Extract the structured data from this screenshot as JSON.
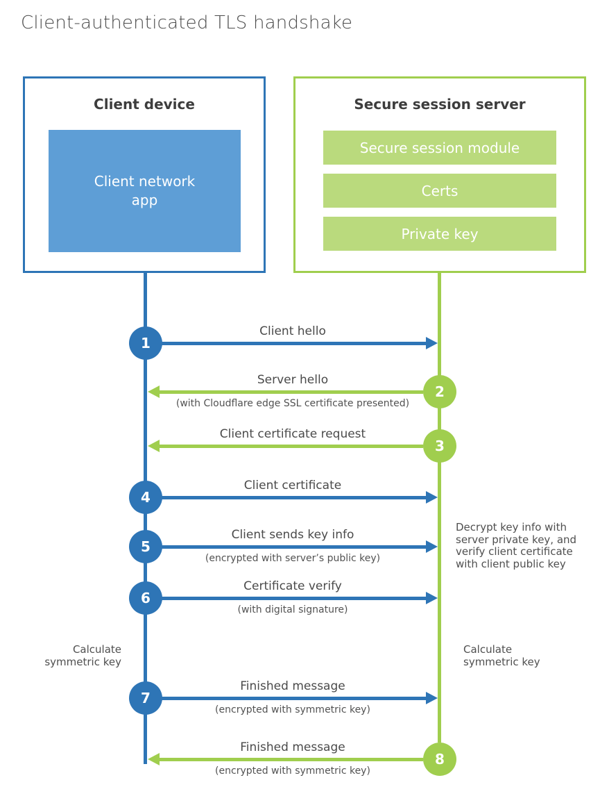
{
  "title": "Client-authenticated TLS handshake",
  "colors": {
    "client_stroke": "#2E75B6",
    "client_fill": "#5E9ED6",
    "server_stroke": "#A0CE4E",
    "server_fill": "#BADA7D"
  },
  "client": {
    "title": "Client device",
    "module": "Client network app"
  },
  "server": {
    "title": "Secure session server",
    "modules": [
      "Secure session module",
      "Certs",
      "Private key"
    ]
  },
  "rows": [
    {
      "num": "1",
      "from": "client",
      "label": "Client hello",
      "sub": ""
    },
    {
      "num": "2",
      "from": "server",
      "label": "Server hello",
      "sub": "(with Cloudflare edge SSL certificate presented)"
    },
    {
      "num": "3",
      "from": "server",
      "label": "Client certificate request",
      "sub": ""
    },
    {
      "num": "4",
      "from": "client",
      "label": "Client certificate",
      "sub": ""
    },
    {
      "num": "5",
      "from": "client",
      "label": "Client sends key info",
      "sub": "(encrypted with server’s public key)"
    },
    {
      "num": "6",
      "from": "client",
      "label": "Certificate verify",
      "sub": "(with digital signature)"
    },
    {
      "num": "7",
      "from": "client",
      "label": "Finished message",
      "sub": "(encrypted with symmetric key)"
    },
    {
      "num": "8",
      "from": "server",
      "label": "Finished message",
      "sub": "(encrypted with symmetric key)"
    }
  ],
  "notes": {
    "calc_left": {
      "lines": [
        "Calculate",
        "symmetric key"
      ]
    },
    "calc_right": {
      "lines": [
        "Calculate",
        "symmetric key"
      ]
    },
    "decrypt": {
      "lines": [
        "Decrypt key info with",
        "server private key, and",
        "verify client certificate",
        "with client public key"
      ]
    }
  }
}
